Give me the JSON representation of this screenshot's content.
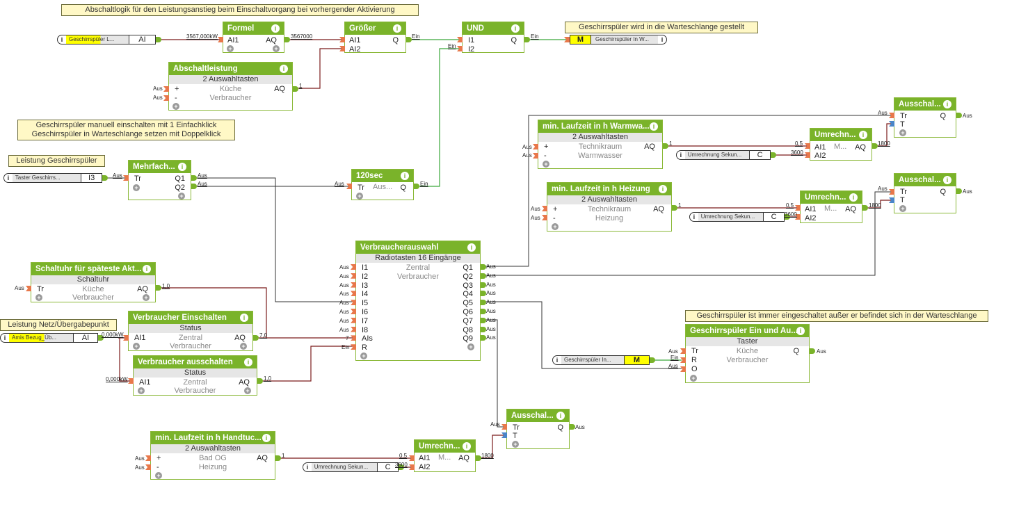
{
  "comments": {
    "c1": "Abschaltlogik für den Leistungsanstieg beim Einschaltvorgang bei vorhergender Aktivierung",
    "c2": "Geschirrspüler wird in die Warteschlange gestellt",
    "c3a": "Geschirrspüler manuell einschalten mit 1 Einfachklick",
    "c3b": "Geschirrspüler in Warteschlange setzen mit Doppelklick",
    "c4": "Leistung Geschirrspüler",
    "c5": "Leistung Netz/Übergabepunkt",
    "c6": "Geschirrspüler ist immer eingeschaltet außer er befindet sich in der Warteschlange"
  },
  "inputs": {
    "gs_leistung": {
      "name": "Geschirrspüler L...",
      "tag": "AI",
      "value": "3567,000kW"
    },
    "taster": {
      "name": "Taster Geschirrs...",
      "tag": "I3",
      "value": "Aus"
    },
    "amis": {
      "name": "Amis Bezug_Üb...",
      "tag": "AI",
      "value": "0,000kW"
    },
    "umr1": {
      "name": "Umrechnung Sekun...",
      "tag": "C",
      "value": "3600"
    },
    "umr2": {
      "name": "Umrechnung Sekun...",
      "tag": "C",
      "value": "3600"
    },
    "umr3": {
      "name": "Umrechnung Sekun...",
      "tag": "C",
      "value": "3600"
    },
    "gs_in": {
      "name": "Geschirrspüler In...",
      "tag": "M",
      "value": "Ein"
    }
  },
  "outputs": {
    "gs_ws": {
      "tag": "M",
      "name": "Geschirrspüler In W..."
    }
  },
  "blocks": {
    "formel": {
      "title": "Formel",
      "in": [
        "AI1"
      ],
      "out": [
        "AQ"
      ],
      "out_val": "3567000"
    },
    "groesser": {
      "title": "Größer",
      "in": [
        "AI1",
        "AI2"
      ],
      "out": [
        "Q"
      ],
      "out_val": "Ein"
    },
    "und": {
      "title": "UND",
      "in": [
        "I1",
        "I2"
      ],
      "out": [
        "Q"
      ],
      "out_val": "Ein",
      "in2_val": "Ein"
    },
    "abschaltleistung": {
      "title": "Abschaltleistung",
      "sub": "2 Auswahltasten",
      "in": [
        "+",
        "-"
      ],
      "in_vals": [
        "Aus",
        "Aus"
      ],
      "center": [
        "Küche",
        "Verbraucher"
      ],
      "out": [
        "AQ"
      ],
      "out_val": "1"
    },
    "mehrfach": {
      "title": "Mehrfach...",
      "in": [
        "Tr"
      ],
      "out": [
        "Q1",
        "Q2"
      ],
      "out_vals": [
        "Aus",
        "Aus"
      ]
    },
    "sec120": {
      "title": "120sec",
      "in": [
        "Tr"
      ],
      "in_val": "Aus",
      "center": "Aus...",
      "out": [
        "Q"
      ],
      "out_val": "Ein"
    },
    "schaltuhr": {
      "title": "Schaltuhr für späteste Akt...",
      "sub": "Schaltuhr",
      "in": [
        "Tr"
      ],
      "in_val": "Aus",
      "center": [
        "Küche",
        "Verbraucher"
      ],
      "out": [
        "AQ"
      ],
      "out_val": "1,0"
    },
    "v_ein": {
      "title": "Verbraucher Einschalten",
      "sub": "Status",
      "in": [
        "AI1"
      ],
      "center": [
        "Zentral",
        "Verbraucher"
      ],
      "out": [
        "AQ"
      ],
      "out_val": "7,0"
    },
    "v_aus": {
      "title": "Verbraucher ausschalten",
      "sub": "Status",
      "in": [
        "AI1"
      ],
      "in_val": "0,000kW",
      "center": [
        "Zentral",
        "Verbraucher"
      ],
      "out": [
        "AQ"
      ],
      "out_val": "1,0"
    },
    "vauswahl": {
      "title": "Verbraucherauswahl",
      "sub": "Radiotasten 16 Eingänge",
      "center": [
        "Zentral",
        "Verbraucher"
      ],
      "in": [
        "I1",
        "I2",
        "I3",
        "I4",
        "I5",
        "I6",
        "I7",
        "I8",
        "AIs",
        "R"
      ],
      "in_vals": [
        "Aus",
        "Aus",
        "Aus",
        "Aus",
        "Aus",
        "Aus",
        "Aus",
        "Aus",
        "7",
        "Ein"
      ],
      "out": [
        "Q1",
        "Q2",
        "Q3",
        "Q4",
        "Q5",
        "Q6",
        "Q7",
        "Q8",
        "Q9"
      ],
      "out_vals": [
        "Aus",
        "Aus",
        "Aus",
        "Aus",
        "Aus",
        "Aus",
        "Aus",
        "Aus",
        "Aus"
      ]
    },
    "lz_ww": {
      "title": "min. Laufzeit in h Warmwa...",
      "sub": "2 Auswahltasten",
      "in": [
        "+",
        "-"
      ],
      "in_vals": [
        "Aus",
        "Aus"
      ],
      "center": [
        "Technikraum",
        "Warmwasser"
      ],
      "out": [
        "AQ"
      ],
      "out_val": "1"
    },
    "lz_hz": {
      "title": "min. Laufzeit in h Heizung",
      "sub": "2 Auswahltasten",
      "in": [
        "+",
        "-"
      ],
      "in_vals": [
        "Aus",
        "Aus"
      ],
      "center": [
        "Technikraum",
        "Heizung"
      ],
      "out": [
        "AQ"
      ],
      "out_val": "1"
    },
    "lz_ht": {
      "title": "min. Laufzeit in h Handtuc...",
      "sub": "2 Auswahltasten",
      "in": [
        "+",
        "-"
      ],
      "in_vals": [
        "Aus",
        "Aus"
      ],
      "center": [
        "Bad OG",
        "Heizung"
      ],
      "out": [
        "AQ"
      ],
      "out_val": "1"
    },
    "umr_a": {
      "title": "Umrechn...",
      "in": [
        "AI1",
        "AI2"
      ],
      "in_vals": [
        "0,5",
        "3600"
      ],
      "center": "M...",
      "out": [
        "AQ"
      ],
      "out_val": "1800"
    },
    "umr_b": {
      "title": "Umrechn...",
      "in": [
        "AI1",
        "AI2"
      ],
      "in_vals": [
        "0,5",
        "3600"
      ],
      "center": "M...",
      "out": [
        "AQ"
      ],
      "out_val": "1800"
    },
    "umr_c": {
      "title": "Umrechn...",
      "in": [
        "AI1",
        "AI2"
      ],
      "in_vals": [
        "0,5",
        "3600"
      ],
      "center": "M...",
      "out": [
        "AQ"
      ],
      "out_val": "1800"
    },
    "aus_a": {
      "title": "Ausschal...",
      "in": [
        "Tr",
        "T"
      ],
      "in_val": "Aus",
      "out": [
        "Q"
      ],
      "out_val": "Aus"
    },
    "aus_b": {
      "title": "Ausschal...",
      "in": [
        "Tr",
        "T"
      ],
      "in_val": "Aus",
      "out": [
        "Q"
      ],
      "out_val": "Aus"
    },
    "aus_c": {
      "title": "Ausschal...",
      "in": [
        "Tr",
        "T"
      ],
      "in_val": "Aus",
      "out": [
        "Q"
      ],
      "out_val": "Aus"
    },
    "gs_einaus": {
      "title": "Geschirrspüler Ein und Au...",
      "sub": "Taster",
      "in": [
        "Tr",
        "R",
        "O"
      ],
      "in_vals": [
        "Aus",
        "Ein",
        "Aus"
      ],
      "center": [
        "Küche",
        "Verbraucher"
      ],
      "out": [
        "Q"
      ],
      "out_val": "Aus"
    }
  },
  "colors": {
    "block_header": "#7ab32a",
    "wire_analog": "#7a1a1a",
    "wire_digital_on": "#3aa63a",
    "wire_digital_off": "#333333",
    "comment_bg": "#fff8c6",
    "memory_tag": "#ffff00"
  }
}
